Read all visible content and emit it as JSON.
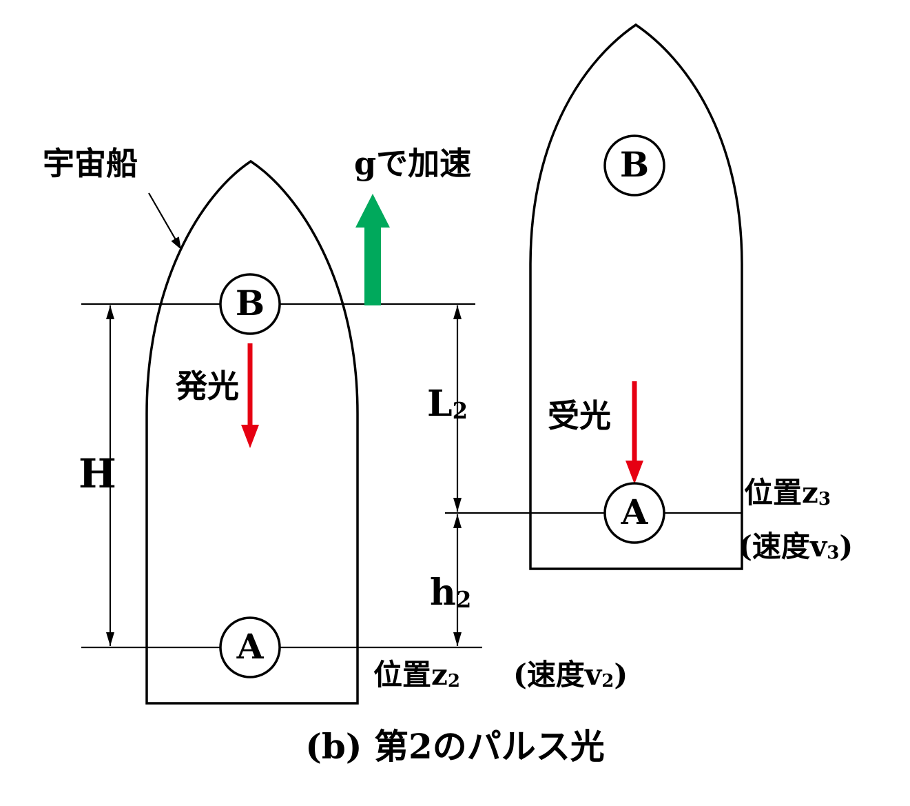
{
  "colors": {
    "accent_red": "#e60012",
    "accent_green": "#00a95c"
  },
  "labels": {
    "spaceship": "宇宙船",
    "accelerate": "gで加速",
    "emit_light": "発光",
    "receive_light": "受光",
    "H": "H",
    "L2": {
      "main": "L",
      "sub": "2"
    },
    "h2": {
      "main": "h",
      "sub": "2"
    },
    "position_z2": {
      "main": "位置z",
      "sub": "2"
    },
    "velocity_v2": {
      "pre": "(速度v",
      "sub": "2",
      "post": ")"
    },
    "position_z3": {
      "main": "位置z",
      "sub": "3"
    },
    "velocity_v3": {
      "pre": "(速度v",
      "sub": "3",
      "post": ")"
    },
    "caption": "(b) 第2のパルス光"
  },
  "points": {
    "left_B": "B",
    "left_A": "A",
    "right_B": "B",
    "right_A": "A"
  }
}
